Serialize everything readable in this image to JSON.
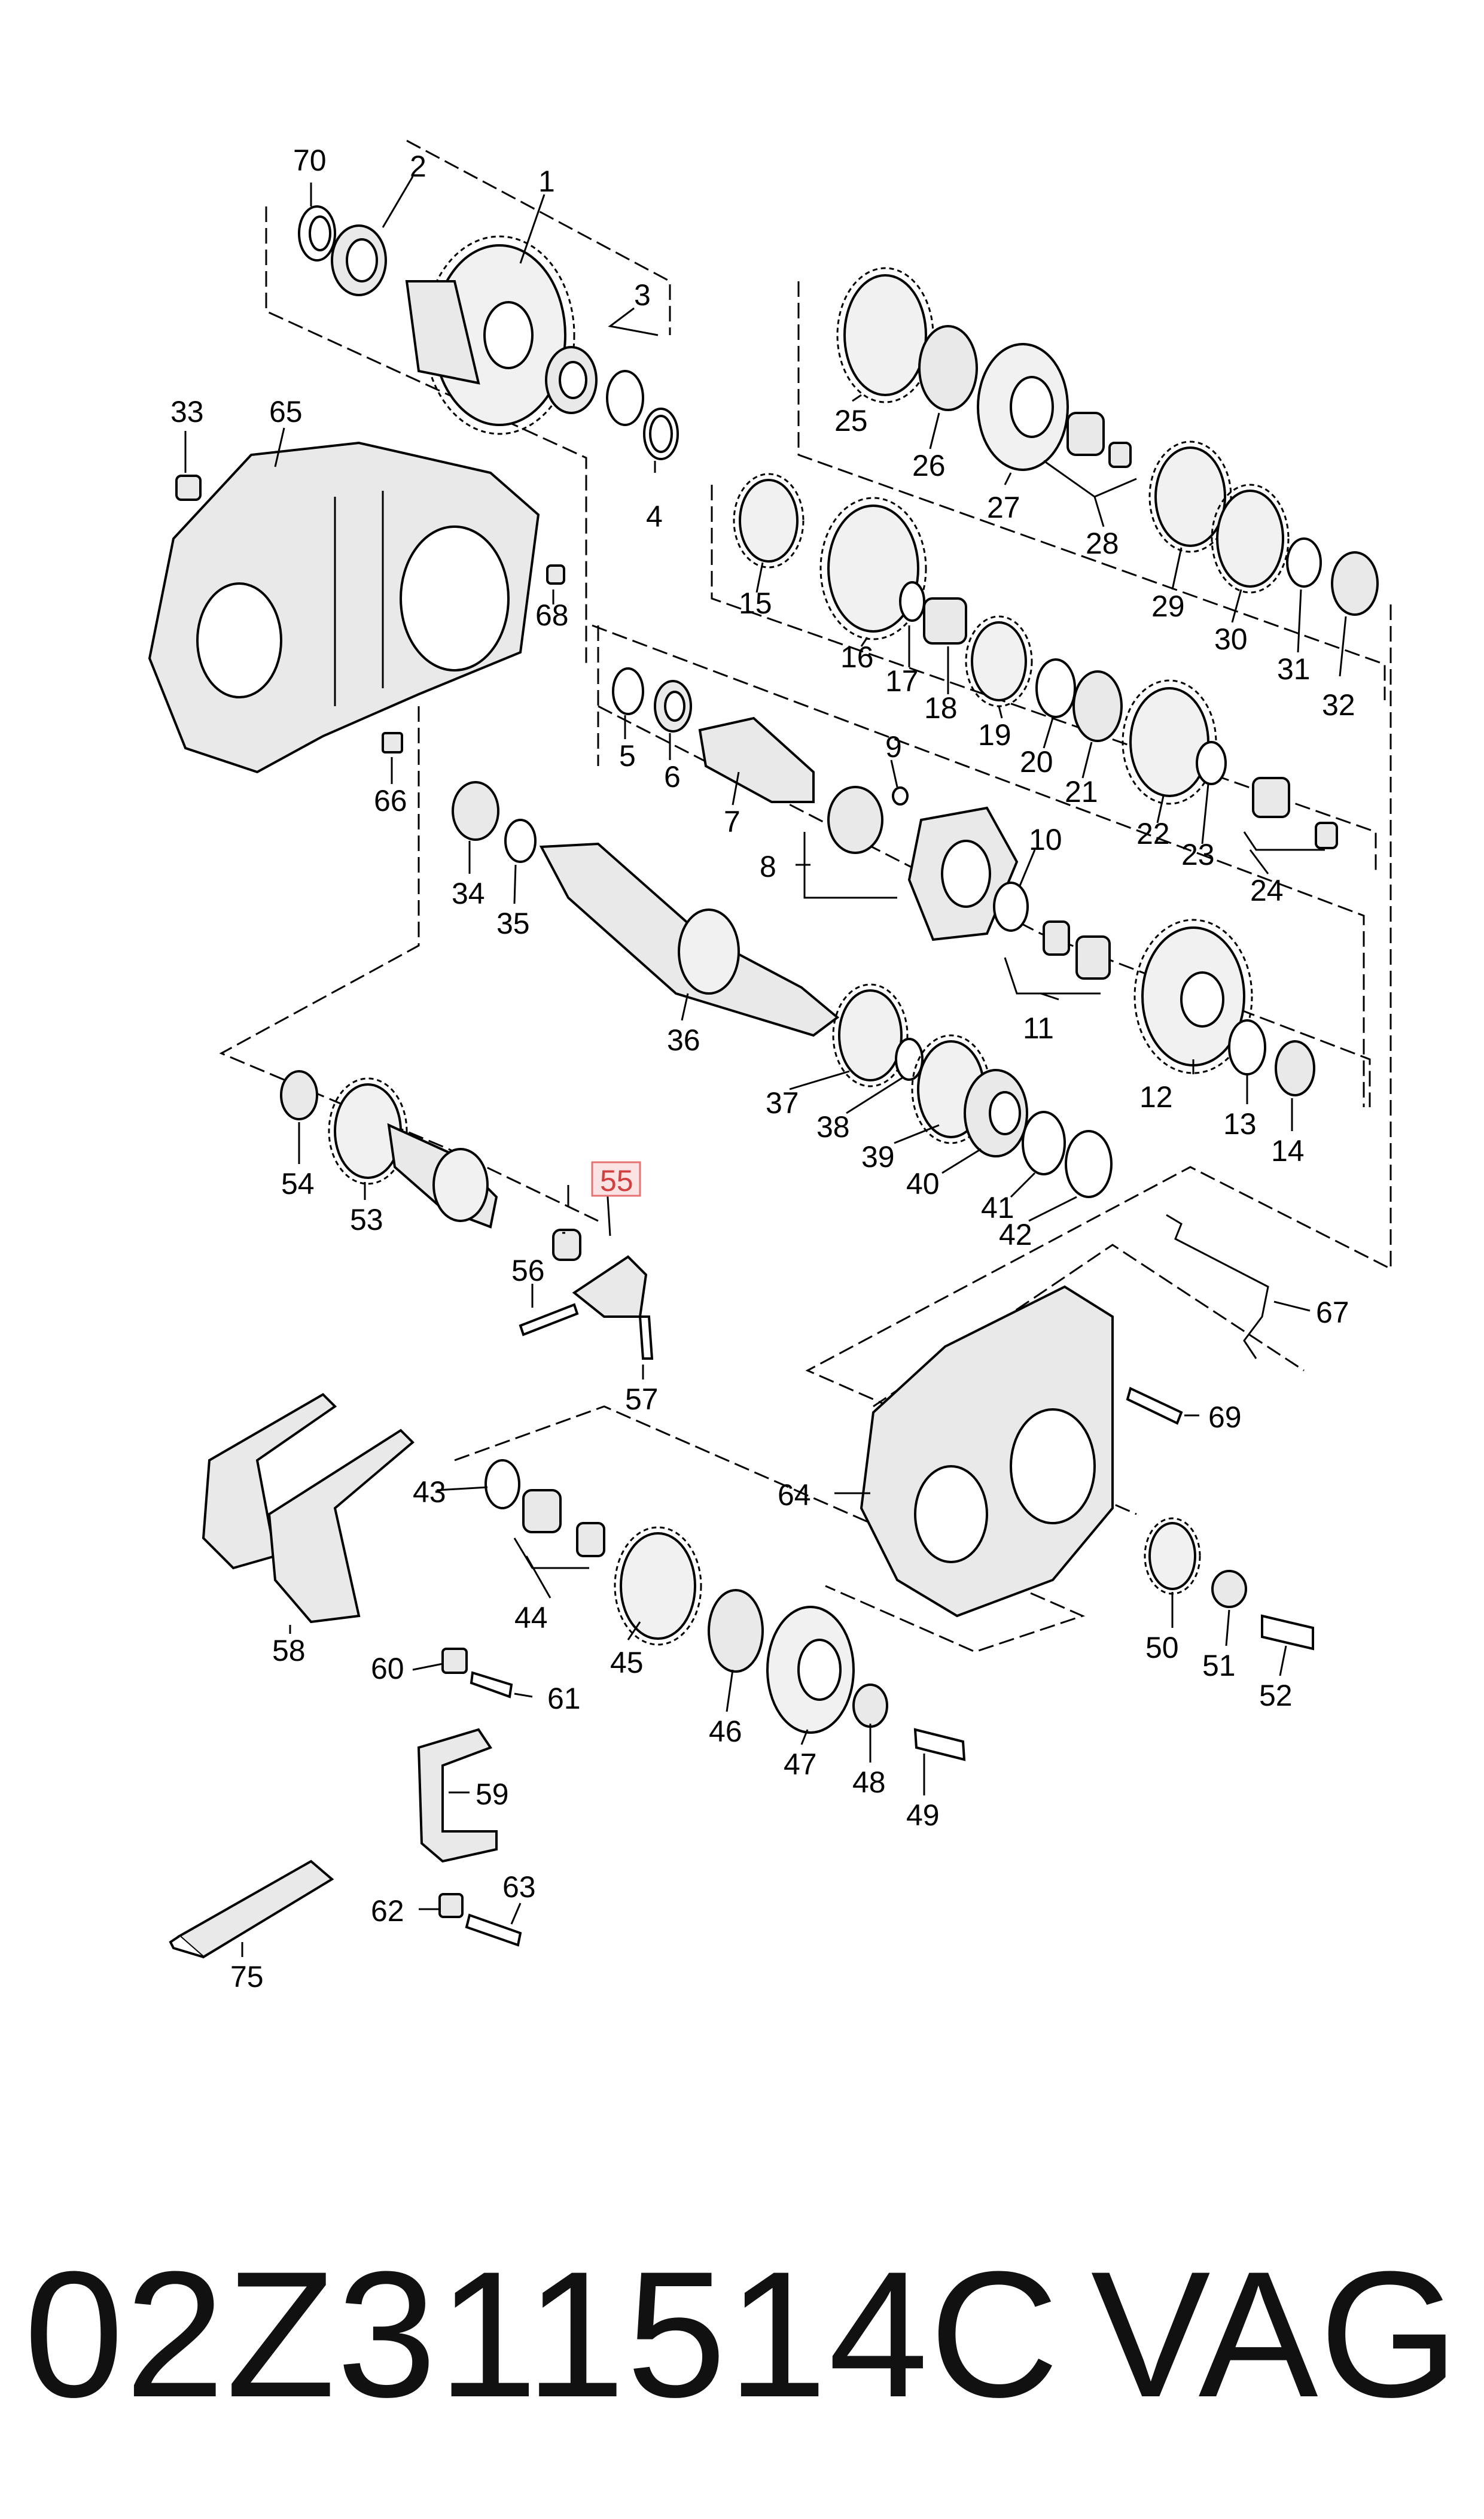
{
  "footer": {
    "part_number": "02Z311514C",
    "brand": "VAG"
  },
  "highlighted_callout": "55",
  "callouts": [
    "1",
    "2",
    "3",
    "4",
    "5",
    "6",
    "7",
    "8",
    "9",
    "10",
    "11",
    "12",
    "13",
    "14",
    "15",
    "16",
    "17",
    "18",
    "19",
    "20",
    "21",
    "22",
    "23",
    "24",
    "25",
    "26",
    "27",
    "28",
    "29",
    "30",
    "31",
    "32",
    "33",
    "34",
    "35",
    "36",
    "37",
    "38",
    "39",
    "40",
    "41",
    "42",
    "43",
    "44",
    "45",
    "46",
    "47",
    "48",
    "49",
    "50",
    "51",
    "52",
    "53",
    "54",
    "55",
    "56",
    "57",
    "58",
    "59",
    "60",
    "61",
    "62",
    "63",
    "64",
    "65",
    "66",
    "67",
    "68",
    "69",
    "70",
    "75"
  ],
  "colors": {
    "highlight_fill": "#fbe3e3",
    "highlight_stroke": "#e57373",
    "highlight_text": "#d04040",
    "line": "#000000"
  }
}
